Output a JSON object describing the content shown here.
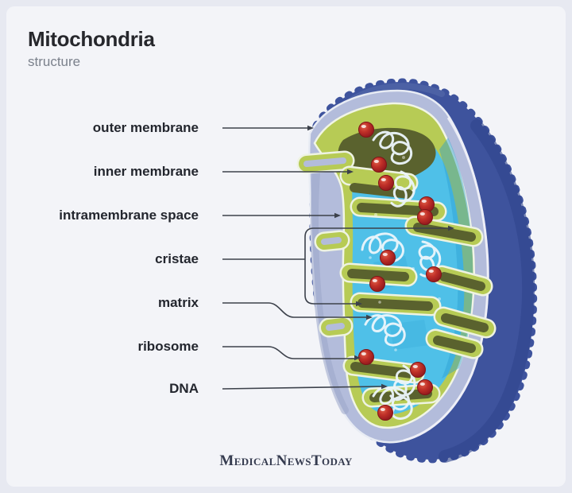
{
  "page": {
    "background": "#e7e9f1",
    "card_background": "#f3f4f8"
  },
  "header": {
    "title": "Mitochondria",
    "subtitle": "structure"
  },
  "diagram": {
    "name": "mitochondrion cross-section illustration",
    "labels": [
      {
        "text": "outer membrane",
        "points_to": "dark blue outer envelope"
      },
      {
        "text": "inner membrane",
        "points_to": "yellow-green folded membrane"
      },
      {
        "text": "intramembrane space",
        "points_to": "pale periwinkle gap between membranes"
      },
      {
        "text": "cristae",
        "points_to": "two membrane folds (bracketed)"
      },
      {
        "text": "matrix",
        "points_to": "cyan interior fluid"
      },
      {
        "text": "ribosome",
        "points_to": "red granule"
      },
      {
        "text": "DNA",
        "points_to": "white looped strand"
      }
    ],
    "colors": {
      "page_background": "#e7e9f1",
      "card_background": "#f3f4f8",
      "title_text": "#26272c",
      "subtitle_text": "#7b818c",
      "label_text": "#23262e",
      "leader_line": "#3c414b",
      "logo_text": "#353b4f",
      "outer_membrane": "#3e539d",
      "outer_membrane_shade": "#31448c",
      "intermembrane_space": "#b3bcdb",
      "inner_membrane": "#b7cb55",
      "crista_shadow": "#5a622e",
      "matrix": "#4fc0e8",
      "matrix_deep": "#2d9fd3",
      "ribosome": "#a81e23",
      "dna": "#edf6fc"
    }
  },
  "footer": {
    "brand": "MedicalNewsToday"
  }
}
